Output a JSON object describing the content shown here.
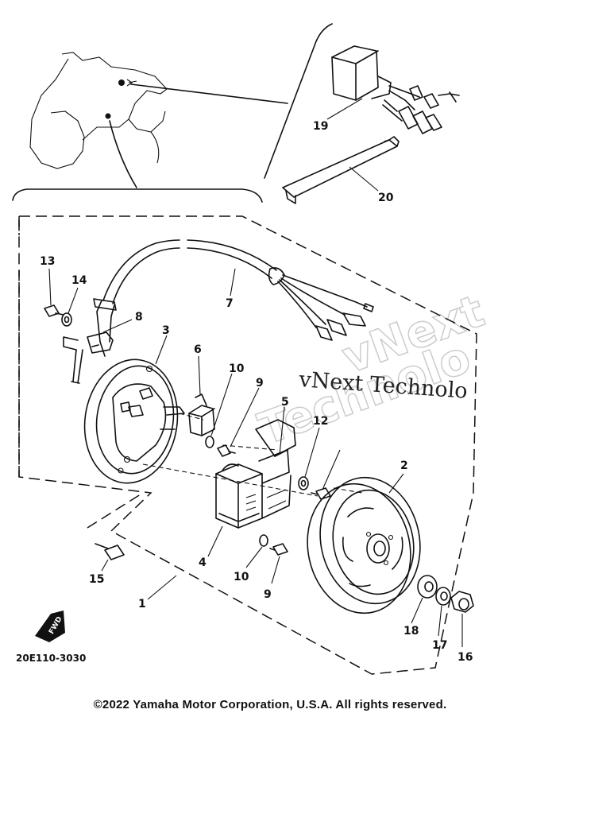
{
  "diagram": {
    "callouts": {
      "c1": "1",
      "c2": "2",
      "c3": "3",
      "c4": "4",
      "c5": "5",
      "c6": "6",
      "c7": "7",
      "c8": "8",
      "c9a": "9",
      "c9b": "9",
      "c10a": "10",
      "c10b": "10",
      "c12": "12",
      "c13": "13",
      "c14": "14",
      "c15": "15",
      "c16": "16",
      "c17": "17",
      "c18": "18",
      "c19": "19",
      "c20": "20"
    },
    "drawing_code": "20E110-3030",
    "fwd_label": "FWD",
    "watermarks": [
      "vNext Technolo",
      "vNext",
      "Technolo"
    ]
  },
  "footer": {
    "copyright": "©2022 Yamaha Motor Corporation, U.S.A. All rights reserved."
  }
}
